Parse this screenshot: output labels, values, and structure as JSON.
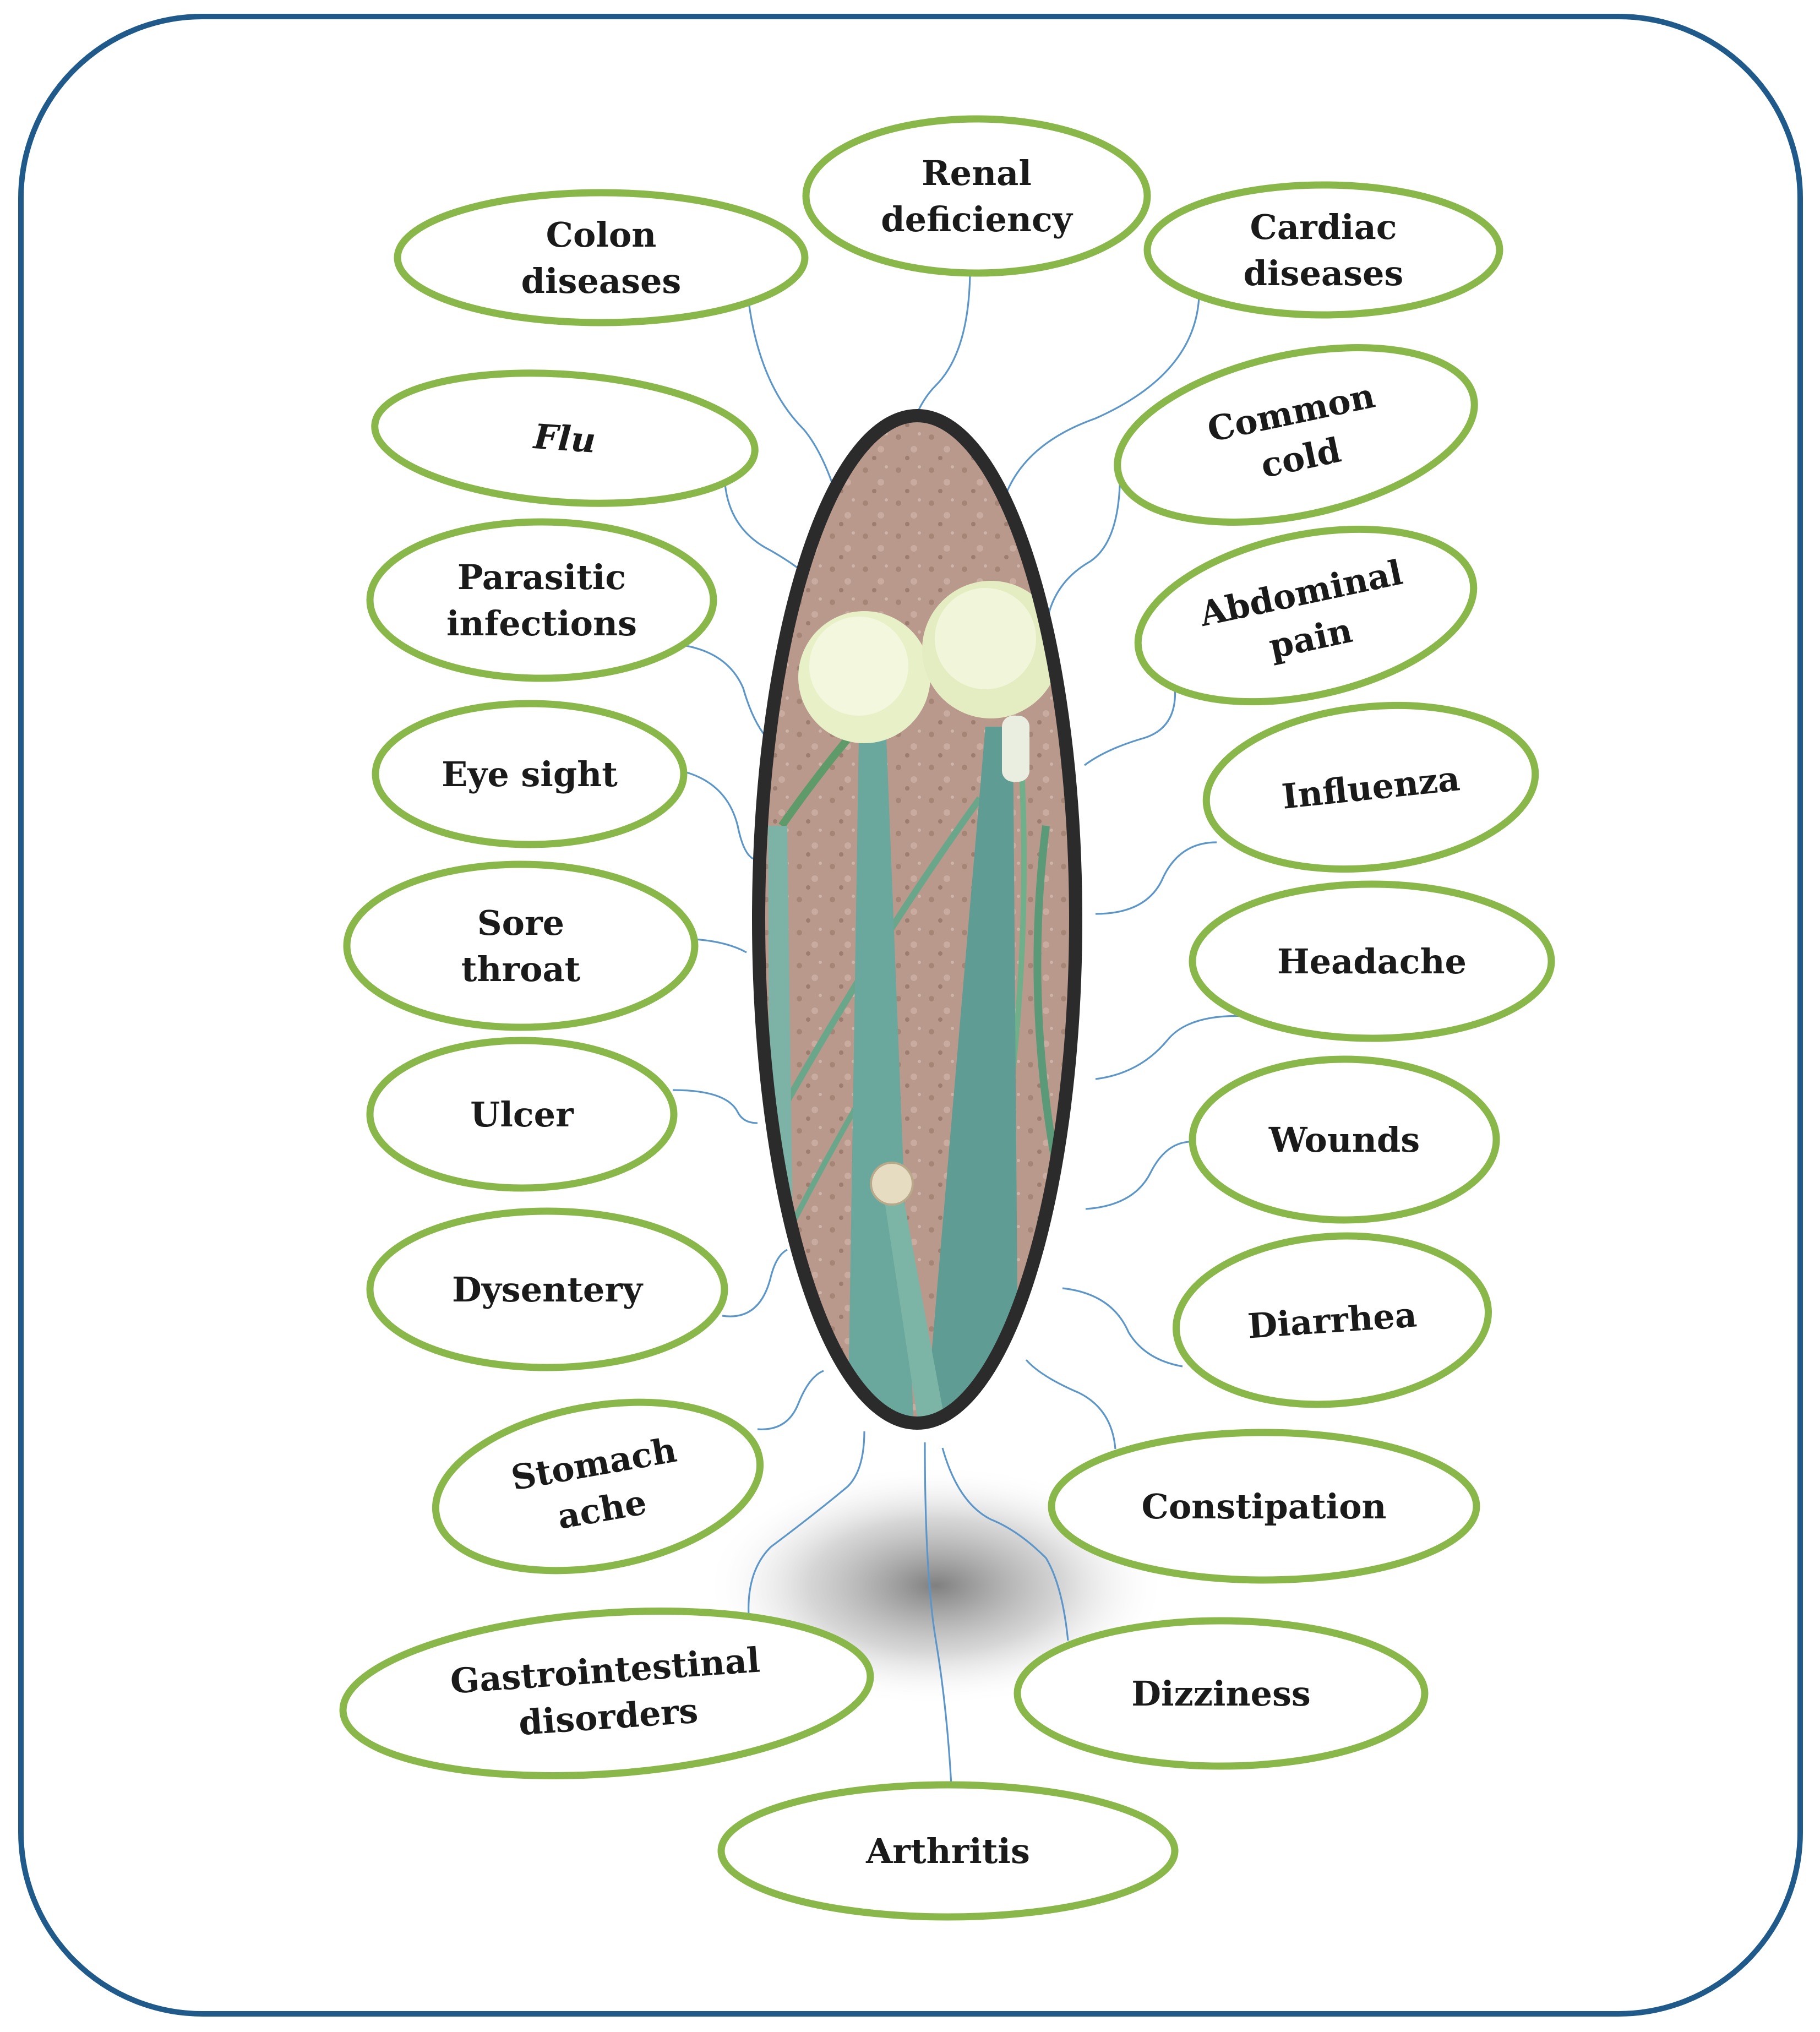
{
  "diagram": {
    "center": {
      "icon": "onion-plant-photo",
      "description_visible": false
    },
    "nodes": [
      {
        "id": "colon",
        "lines": [
          "Colon",
          "diseases"
        ]
      },
      {
        "id": "renal",
        "lines": [
          "Renal",
          "deficiency"
        ]
      },
      {
        "id": "cardiac",
        "lines": [
          "Cardiac",
          "diseases"
        ]
      },
      {
        "id": "flu",
        "lines": [
          "Flu"
        ],
        "italic": true
      },
      {
        "id": "common-cold",
        "lines": [
          "Common",
          "cold"
        ]
      },
      {
        "id": "parasitic",
        "lines": [
          "Parasitic",
          "infections"
        ]
      },
      {
        "id": "abdominal",
        "lines": [
          "Abdominal",
          "pain"
        ]
      },
      {
        "id": "eye-sight",
        "lines": [
          "Eye sight"
        ]
      },
      {
        "id": "influenza",
        "lines": [
          "Influenza"
        ]
      },
      {
        "id": "sore-throat",
        "lines": [
          "Sore",
          "throat"
        ]
      },
      {
        "id": "headache",
        "lines": [
          "Headache"
        ]
      },
      {
        "id": "ulcer",
        "lines": [
          "Ulcer"
        ]
      },
      {
        "id": "wounds",
        "lines": [
          "Wounds"
        ]
      },
      {
        "id": "dysentery",
        "lines": [
          "Dysentery"
        ]
      },
      {
        "id": "diarrhea",
        "lines": [
          "Diarrhea"
        ]
      },
      {
        "id": "stomach-ache",
        "lines": [
          "Stomach",
          "ache"
        ]
      },
      {
        "id": "constipation",
        "lines": [
          "Constipation"
        ]
      },
      {
        "id": "gastrointestinal",
        "lines": [
          "Gastrointestinal",
          "disorders"
        ]
      },
      {
        "id": "dizziness",
        "lines": [
          "Dizziness"
        ]
      },
      {
        "id": "arthritis",
        "lines": [
          "Arthritis"
        ]
      }
    ]
  },
  "colors": {
    "frame_border": "#1f5a8a",
    "node_border": "#8ab74a",
    "connector": "#5c96c9",
    "center_border": "#2b2b2b",
    "soil": "#b8998c",
    "stem": "#6aa89e",
    "flower": "#e8f0c8"
  }
}
